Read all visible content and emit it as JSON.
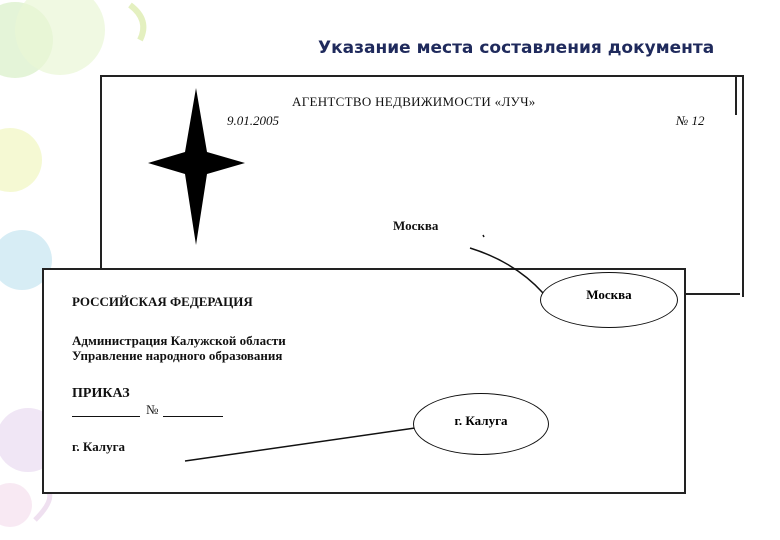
{
  "slide": {
    "title": "Указание места составления документа"
  },
  "doc1": {
    "agency": "АГЕНТСТВО НЕДВИЖИМОСТИ «ЛУЧ»",
    "date": "9.01.2005",
    "number": "№ 12",
    "place": "Москва",
    "callout": "Москва"
  },
  "doc2": {
    "country": "РОССИЙСКАЯ ФЕДЕРАЦИЯ",
    "administration": "Администрация Калужской области",
    "department": "Управление народного образования",
    "doc_type": "ПРИКАЗ",
    "number_sign": "№",
    "place": "г. Калуга",
    "callout": "г. Калуга"
  }
}
